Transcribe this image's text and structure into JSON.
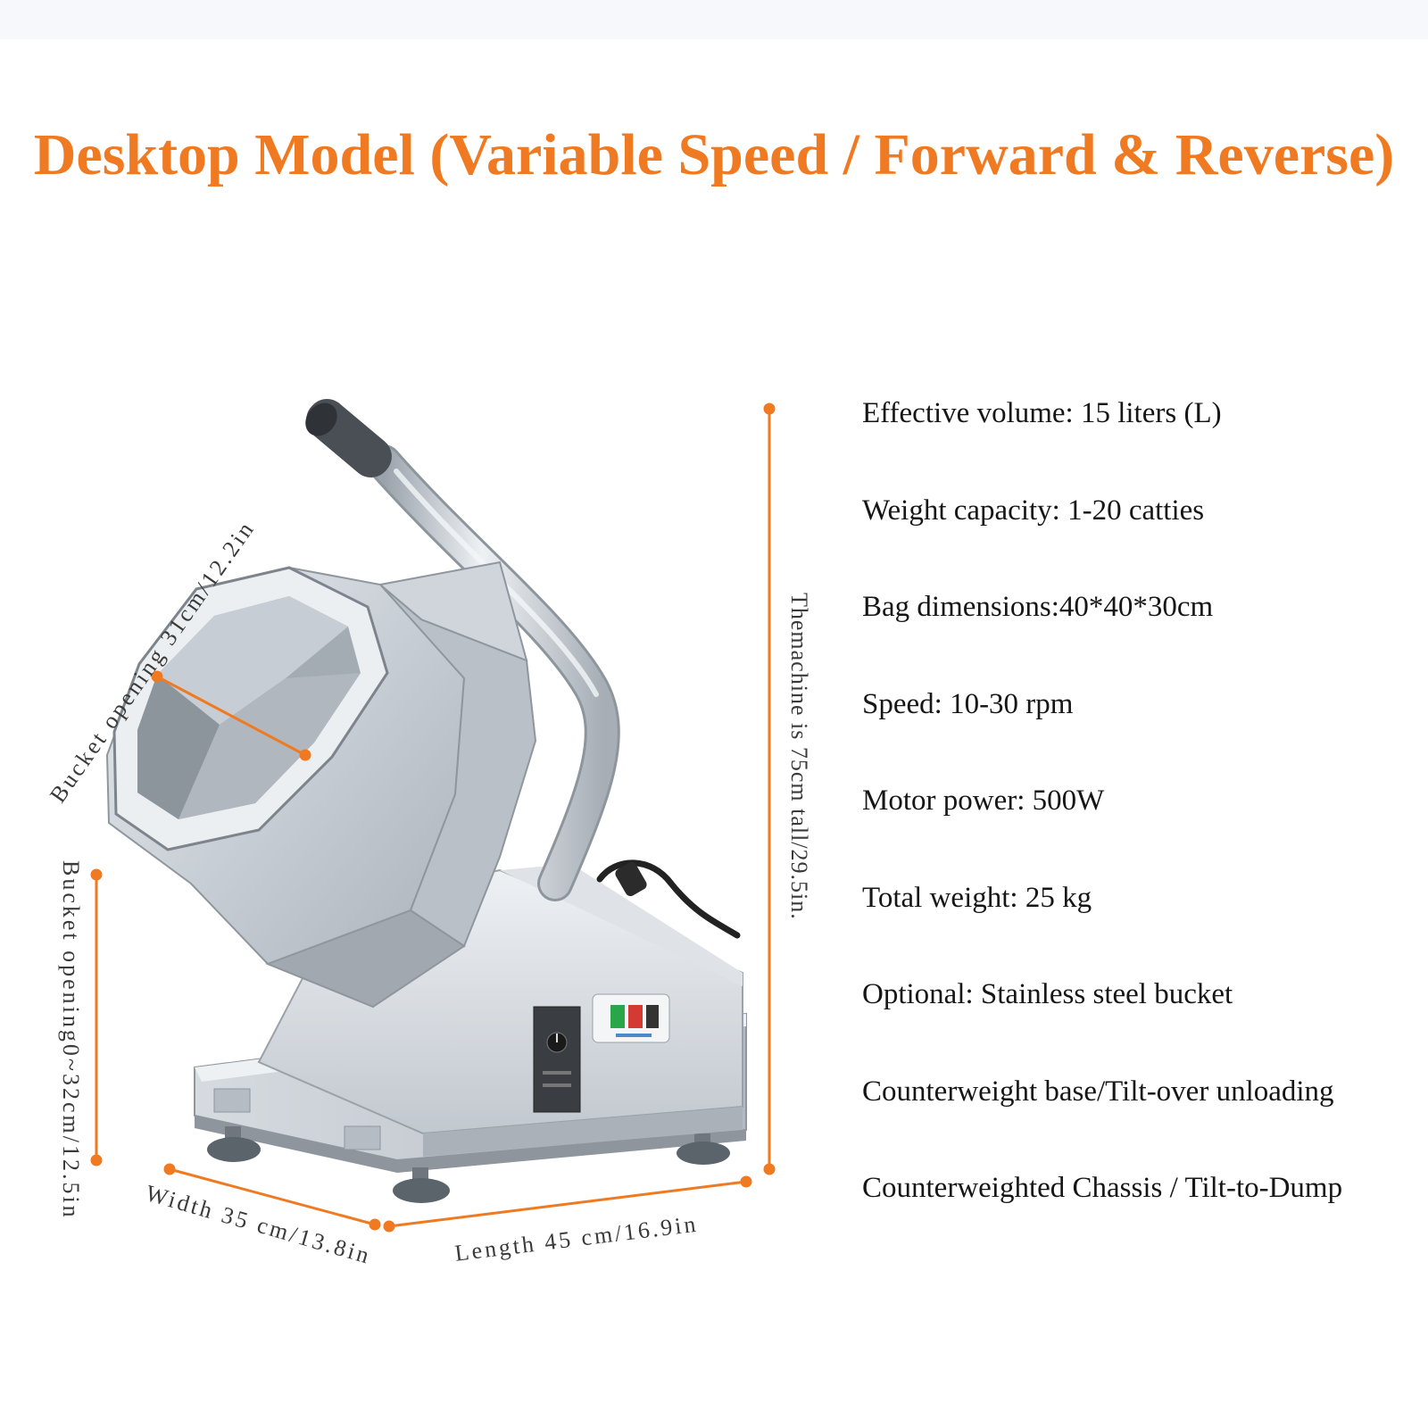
{
  "title": "Desktop Model (Variable Speed / Forward & Reverse)",
  "colors": {
    "accent": "#f07a21",
    "text": "#161616",
    "steel": "#c6ccd3"
  },
  "specs": [
    "Effective volume: 15 liters (L)",
    "Weight capacity: 1-20 catties",
    "Bag dimensions:40*40*30cm",
    "Speed: 10-30 rpm",
    "Motor power: 500W",
    "Total weight: 25 kg",
    "Optional: Stainless steel bucket",
    "Counterweight base/Tilt-over unloading",
    "Counterweighted Chassis / Tilt-to-Dump"
  ],
  "dimensions": {
    "bucket_diameter": "Bucket opening 31cm/12.2in",
    "bucket_depth": "Bucket opening0~32cm/12.5in",
    "height": "Themachine is 75cm tall/29.5in.",
    "width": "Width 35 cm/13.8in",
    "length": "Length 45 cm/16.9in"
  },
  "product_image": {
    "icon": "octagonal-drum-seasoning-mixer-icon",
    "control_icons": [
      "speed-knob-icon",
      "start-button-icon",
      "stop-button-icon",
      "power-plug-icon"
    ]
  }
}
